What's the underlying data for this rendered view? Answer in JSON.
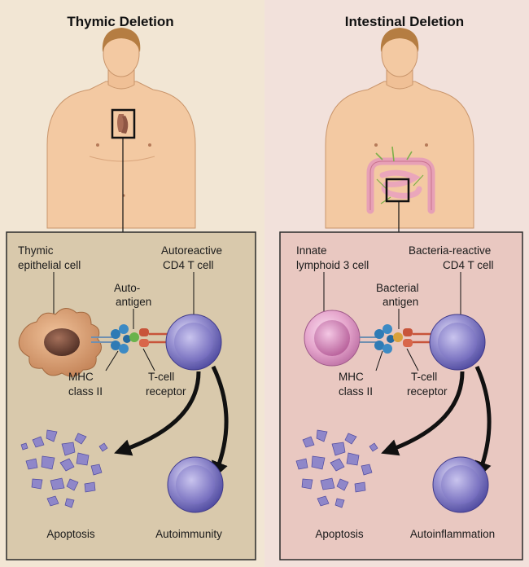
{
  "panels": [
    {
      "title": "Thymic Deletion",
      "presenting_cell_label": [
        "Thymic",
        "epithelial cell"
      ],
      "t_cell_label": [
        "Autoreactive",
        "CD4 T cell"
      ],
      "antigen_label": [
        "Auto-",
        "antigen"
      ],
      "mhc_label": [
        "MHC",
        "class II"
      ],
      "tcr_label": [
        "T-cell",
        "receptor"
      ],
      "outcome_left": "Apoptosis",
      "outcome_right": "Autoimmunity"
    },
    {
      "title": "Intestinal Deletion",
      "presenting_cell_label": [
        "Innate",
        "lymphoid 3 cell"
      ],
      "t_cell_label": [
        "Bacteria-reactive",
        "CD4 T cell"
      ],
      "antigen_label": [
        "Bacterial",
        "antigen"
      ],
      "mhc_label": [
        "MHC",
        "class II"
      ],
      "tcr_label": [
        "T-cell",
        "receptor"
      ],
      "outcome_left": "Apoptosis",
      "outcome_right": "Autoinflammation"
    }
  ],
  "colors": {
    "left_background": "#f2e6d4",
    "right_background": "#f2e1db",
    "left_inset": "#d9c9ac",
    "right_inset": "#e9c8c1",
    "skin": "#f3c9a2",
    "t_cell": "#8f87c9",
    "ilc3_cell": "#e7a8cf",
    "epithelial_cell": "#c98a5c",
    "mhc": "#2f7bb5",
    "tcr": "#c8543a",
    "auto_antigen": "#69b34c",
    "bacterial_antigen": "#d9a13c"
  }
}
